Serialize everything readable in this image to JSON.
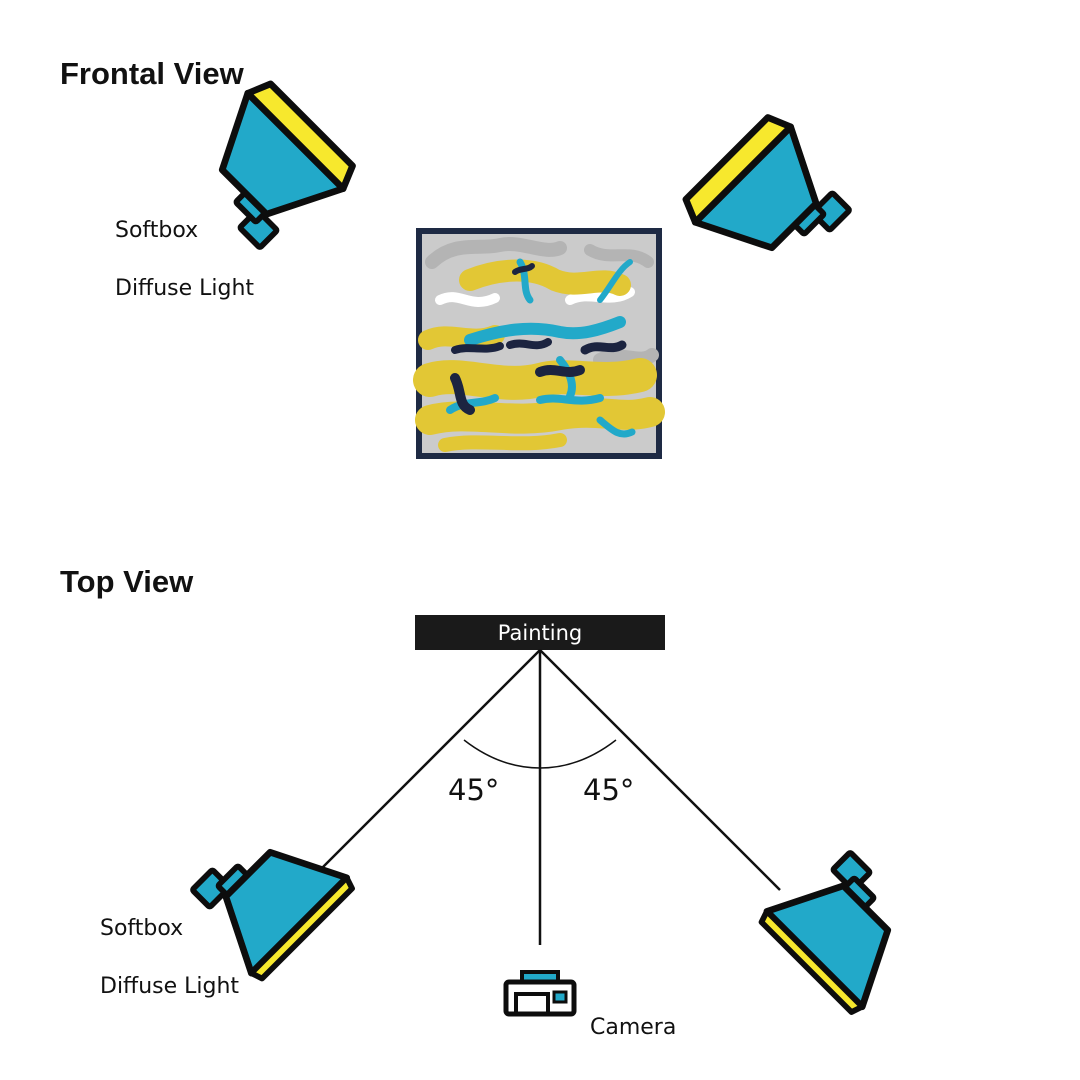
{
  "frontal_view": {
    "title": "Frontal View",
    "left_light": {
      "name": "Softbox",
      "type": "Diffuse Light"
    }
  },
  "top_view": {
    "title": "Top View",
    "subject_label": "Painting",
    "left_angle": "45°",
    "right_angle": "45°",
    "left_light": {
      "name": "Softbox",
      "type": "Diffuse Light"
    },
    "camera_label": "Camera"
  },
  "colors": {
    "softbox_body": "#22A9C9",
    "softbox_diffuser": "#F7E82D",
    "outline": "#0d0d0d",
    "painting_frame": "#1e2a44",
    "painting_gray": "#cbcbcb",
    "painting_yellow": "#e2c735",
    "painting_blue": "#22A9C9",
    "painting_navy": "#1c2440",
    "bar": "#1a1a1a"
  }
}
